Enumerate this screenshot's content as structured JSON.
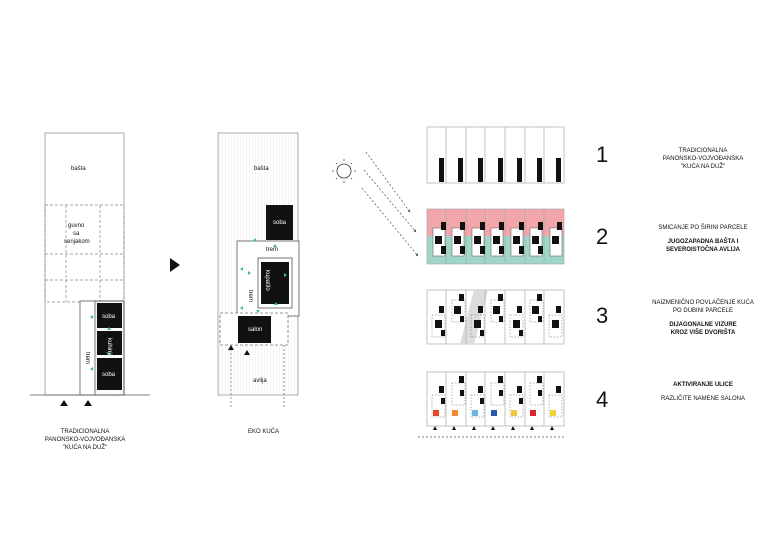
{
  "left_plan": {
    "basta": "bašta",
    "guvno": [
      "guvno",
      "sa",
      "senjakom"
    ],
    "soba_top": "soba",
    "kuhinja": "kuhinja",
    "soba_bottom": "soba",
    "trem": "trem",
    "caption": [
      "TRADICIONALNA",
      "PANONSKO-VOJVOĐANSKA",
      "\"KUĆA NA DUŽ\""
    ]
  },
  "eco_plan": {
    "basta": "bašta",
    "soba": "soba",
    "trem": "trem",
    "trem_side": "trem",
    "kupatilo": "kupatilo",
    "salon": "salon",
    "avlija": "avlija",
    "caption": "EKO KUĆA"
  },
  "steps": [
    {
      "number": "1",
      "lines": [
        "TRADICIONALNA",
        "PANONSKO-VOJVOĐANSKA",
        "\"KUĆA NA DUŽ\""
      ],
      "bold": []
    },
    {
      "number": "2",
      "lines": [
        "SMICANJE PO ŠIRINI PARCELE"
      ],
      "bold": [
        "JUGOZAPADNA BAŠTA I",
        "SEVEROISTOČNA AVLIJA"
      ]
    },
    {
      "number": "3",
      "lines": [
        "NAIZMENIČNO POVLAČENJE KUĆA",
        "PO DUBINI PARCELE"
      ],
      "bold": [
        "DIJAGONALNE VIZURE",
        "KROZ VIŠE DVORIŠTA"
      ]
    },
    {
      "number": "4",
      "lines": [],
      "bold": [
        "AKTIVIRANJE ULICE"
      ],
      "after": [
        "RAZLIČITE NAMENE SALONA"
      ]
    }
  ],
  "colors": {
    "pink": "#f2a6ab",
    "teal": "#9fd6c8",
    "accent_green": "#3cb99b",
    "salon_colors": [
      "#e3482c",
      "#f08a2a",
      "#6bb5e0",
      "#2a58a8",
      "#f2c63a",
      "#d9252c",
      "#f2d23a"
    ]
  },
  "icons": [
    "sun-icon",
    "play-arrow-icon",
    "entrance-arrow-icon"
  ]
}
